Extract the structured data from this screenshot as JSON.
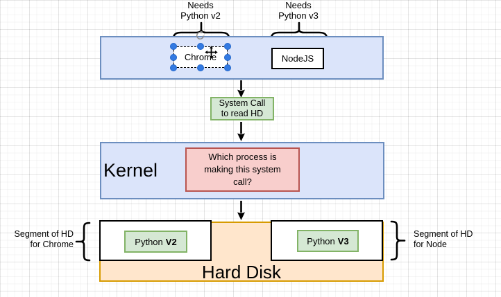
{
  "annotations": {
    "needs_v2": {
      "line1": "Needs",
      "line2": "Python v2"
    },
    "needs_v3": {
      "line1": "Needs",
      "line2": "Python v3"
    },
    "segment_chrome": {
      "line1": "Segment of HD",
      "line2": "for Chrome"
    },
    "segment_node": {
      "line1": "Segment of HD",
      "line2": "for Node"
    }
  },
  "processes": {
    "chrome": {
      "label": "Chrome"
    },
    "nodejs": {
      "label": "NodeJS"
    }
  },
  "system_call": {
    "line1": "System Call",
    "line2": "to read HD"
  },
  "kernel": {
    "label": "Kernel",
    "question": {
      "line1": "Which process is",
      "line2": "making this system",
      "line3": "call?"
    }
  },
  "hard_disk": {
    "label": "Hard Disk",
    "segment_v2": {
      "name": "Python",
      "version": "V2"
    },
    "segment_v3": {
      "name": "Python",
      "version": "V3"
    }
  },
  "icons": {
    "rotate_handle": "circular-arrow",
    "move_cursor": "four-direction-arrows"
  },
  "colors": {
    "blue_fill": "#dbe4fa",
    "blue_border": "#6c8ebf",
    "green_fill": "#d5e8d4",
    "green_border": "#82b366",
    "red_fill": "#f8cecc",
    "red_border": "#b85450",
    "orange_fill": "#ffe6cc",
    "orange_border": "#d79b00",
    "selection_handle": "#337ae2",
    "arrow": "#000000"
  }
}
